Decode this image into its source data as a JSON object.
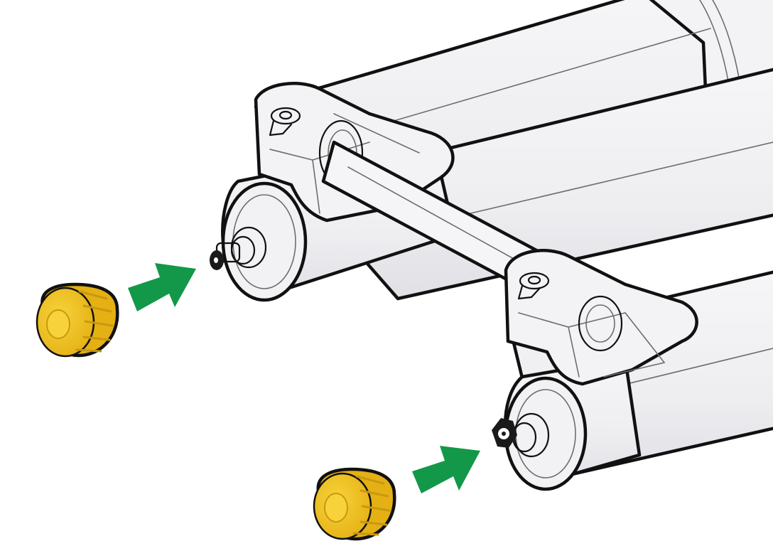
{
  "colors": {
    "background": "#ffffff",
    "tube_fill": "#f1f1f3",
    "tube_shade": "#e2e2e6",
    "outline": "#111111",
    "detail_line": "#6d6d6d",
    "arrow": "#129848",
    "cap_fill": "#f2c318",
    "cap_shade": "#d8a40f",
    "cap_groove": "#c99810"
  },
  "icons": {
    "arrow": "right-arrow-icon",
    "cap": "valve-cap-icon",
    "valve": "valve-stem-icon"
  },
  "steps": [
    {
      "name": "left",
      "action": "install-cap-on-valve"
    },
    {
      "name": "right",
      "action": "install-cap-on-valve"
    }
  ]
}
